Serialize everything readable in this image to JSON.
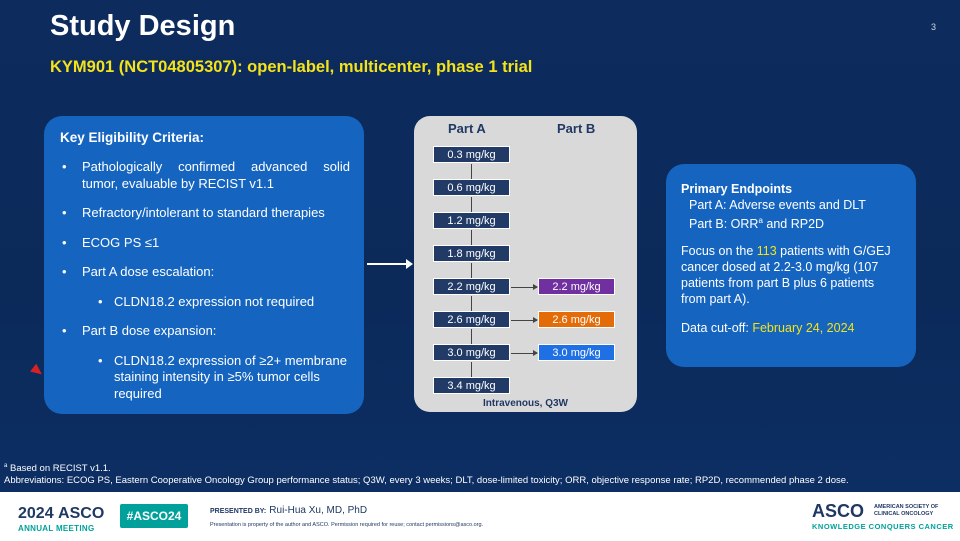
{
  "slide": {
    "title": "Study Design",
    "number": "3",
    "subtitle": "KYM901 (NCT04805307): open-label, multicenter, phase 1 trial"
  },
  "eligibility": {
    "heading": "Key Eligibility Criteria:",
    "b1": "Pathologically confirmed advanced solid tumor, evaluable by RECIST v1.1",
    "b2": "Refractory/intolerant to standard therapies",
    "b3": "ECOG PS ≤1",
    "b4": "Part A dose escalation:",
    "s1": "CLDN18.2 expression not required",
    "b5": "Part B dose expansion:",
    "s2": "CLDN18.2 expression of ≥2+ membrane staining intensity in ≥5% tumor cells required"
  },
  "dose": {
    "part_a": "Part A",
    "part_b": "Part B",
    "a": [
      "0.3 mg/kg",
      "0.6 mg/kg",
      "1.2 mg/kg",
      "1.8 mg/kg",
      "2.2 mg/kg",
      "2.6 mg/kg",
      "3.0 mg/kg",
      "3.4 mg/kg"
    ],
    "b": [
      {
        "label": "2.2 mg/kg",
        "color": "#7030a0"
      },
      {
        "label": "2.6 mg/kg",
        "color": "#e36c09"
      },
      {
        "label": "3.0 mg/kg",
        "color": "#1f6fe5"
      }
    ],
    "route": "Intravenous, Q3W"
  },
  "endpoints": {
    "heading": "Primary Endpoints",
    "pa": "Part A: Adverse events and DLT",
    "pb_pre": "Part B: ORR",
    "pb_sup": "a",
    "pb_post": " and RP2D",
    "focus_pre": "Focus on the ",
    "focus_num": "113",
    "focus_post": " patients with G/GEJ cancer dosed at 2.2-3.0 mg/kg (107 patients from part B plus 6 patients from part A).",
    "cutoff_pre": "Data cut-off: ",
    "cutoff_date": "February 24, 2024"
  },
  "footnotes": {
    "f1_sup": "a",
    "f1": " Based on RECIST v1.1.",
    "f2": "Abbreviations: ECOG PS, Eastern Cooperative Oncology Group performance status; Q3W, every 3 weeks; DLT, dose-limited toxicity; ORR, objective response rate; RP2D, recommended phase 2 dose."
  },
  "footer": {
    "year": "2024",
    "asco": "ASCO",
    "annual": "ANNUAL MEETING",
    "hashtag": "#ASCO24",
    "presented_by": "PRESENTED BY:",
    "presenter": "Rui-Hua Xu, MD, PhD",
    "permission": "Presentation is property of the author and ASCO. Permission required for reuse; contact permissions@asco.org.",
    "asco_r": "ASCO",
    "society": "AMERICAN SOCIETY OF CLINICAL ONCOLOGY",
    "tagline": "KNOWLEDGE CONQUERS CANCER"
  }
}
